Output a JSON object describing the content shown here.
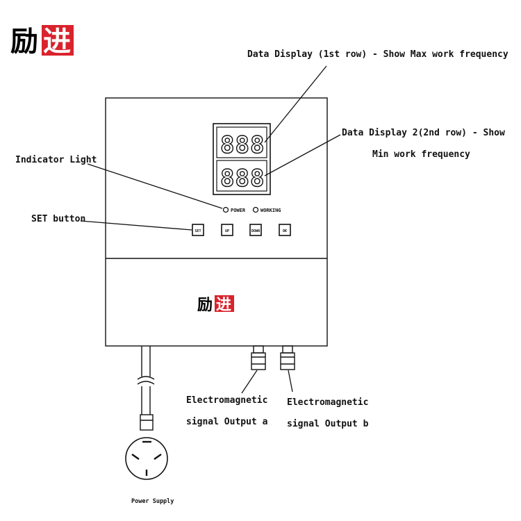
{
  "brand": {
    "logo_left": "励",
    "logo_right": "进",
    "color_left": "#1f3f86",
    "color_right": "#d9232d"
  },
  "display": {
    "row1": "888",
    "row2": "888"
  },
  "indicators": {
    "power": "POWER",
    "working": "WORKING"
  },
  "buttons": [
    {
      "label": "SET"
    },
    {
      "label": "UP"
    },
    {
      "label": "DOWN"
    },
    {
      "label": "OK"
    }
  ],
  "labels": {
    "display1": "Data Display (1st row) - Show Max work frequency",
    "display2_line1": "Data Display 2(2nd row) - Show",
    "display2_line2": "Min work frequency",
    "indicator": "Indicator Light",
    "set_button": "SET button",
    "output_a_line1": "Electromagnetic",
    "output_a_line2": "signal Output a",
    "output_b_line1": "Electromagnetic",
    "output_b_line2": "signal Output b",
    "power_supply": "Power Supply"
  }
}
